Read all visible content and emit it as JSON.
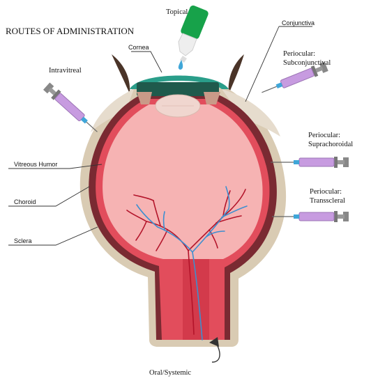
{
  "title": "ROUTES OF ADMINISTRATION",
  "labels": {
    "topical": "Topical",
    "cornea": "Cornea",
    "conjunctiva": "Conjunctiva",
    "intravitreal": "Intravitreal",
    "subconj_1": "Periocular:",
    "subconj_2": "Subconjunctival",
    "suprachoroidal_1": "Periocular:",
    "suprachoroidal_2": "Suprachoroidal",
    "transscleral_1": "Periocular:",
    "transscleral_2": "Transscleral",
    "vitreous": "Vitreous Humor",
    "choroid": "Choroid",
    "sclera": "Sclera",
    "oral": "Oral/Systemic"
  },
  "colors": {
    "sclera": "#d9cbb3",
    "choroid": "#7a2a32",
    "retina": "#e24d5c",
    "vitreous": "#f6b3b3",
    "cornea": "#2a9e8a",
    "lens": "#f0d6cf",
    "eyelid": "#4a3428",
    "syringe": "#c79be0",
    "needle": "#3fa6d8",
    "dropper": "#17a24a",
    "drop": "#3fa6d8",
    "vessel_red": "#b3142a",
    "vessel_blue": "#3d8fd0"
  }
}
